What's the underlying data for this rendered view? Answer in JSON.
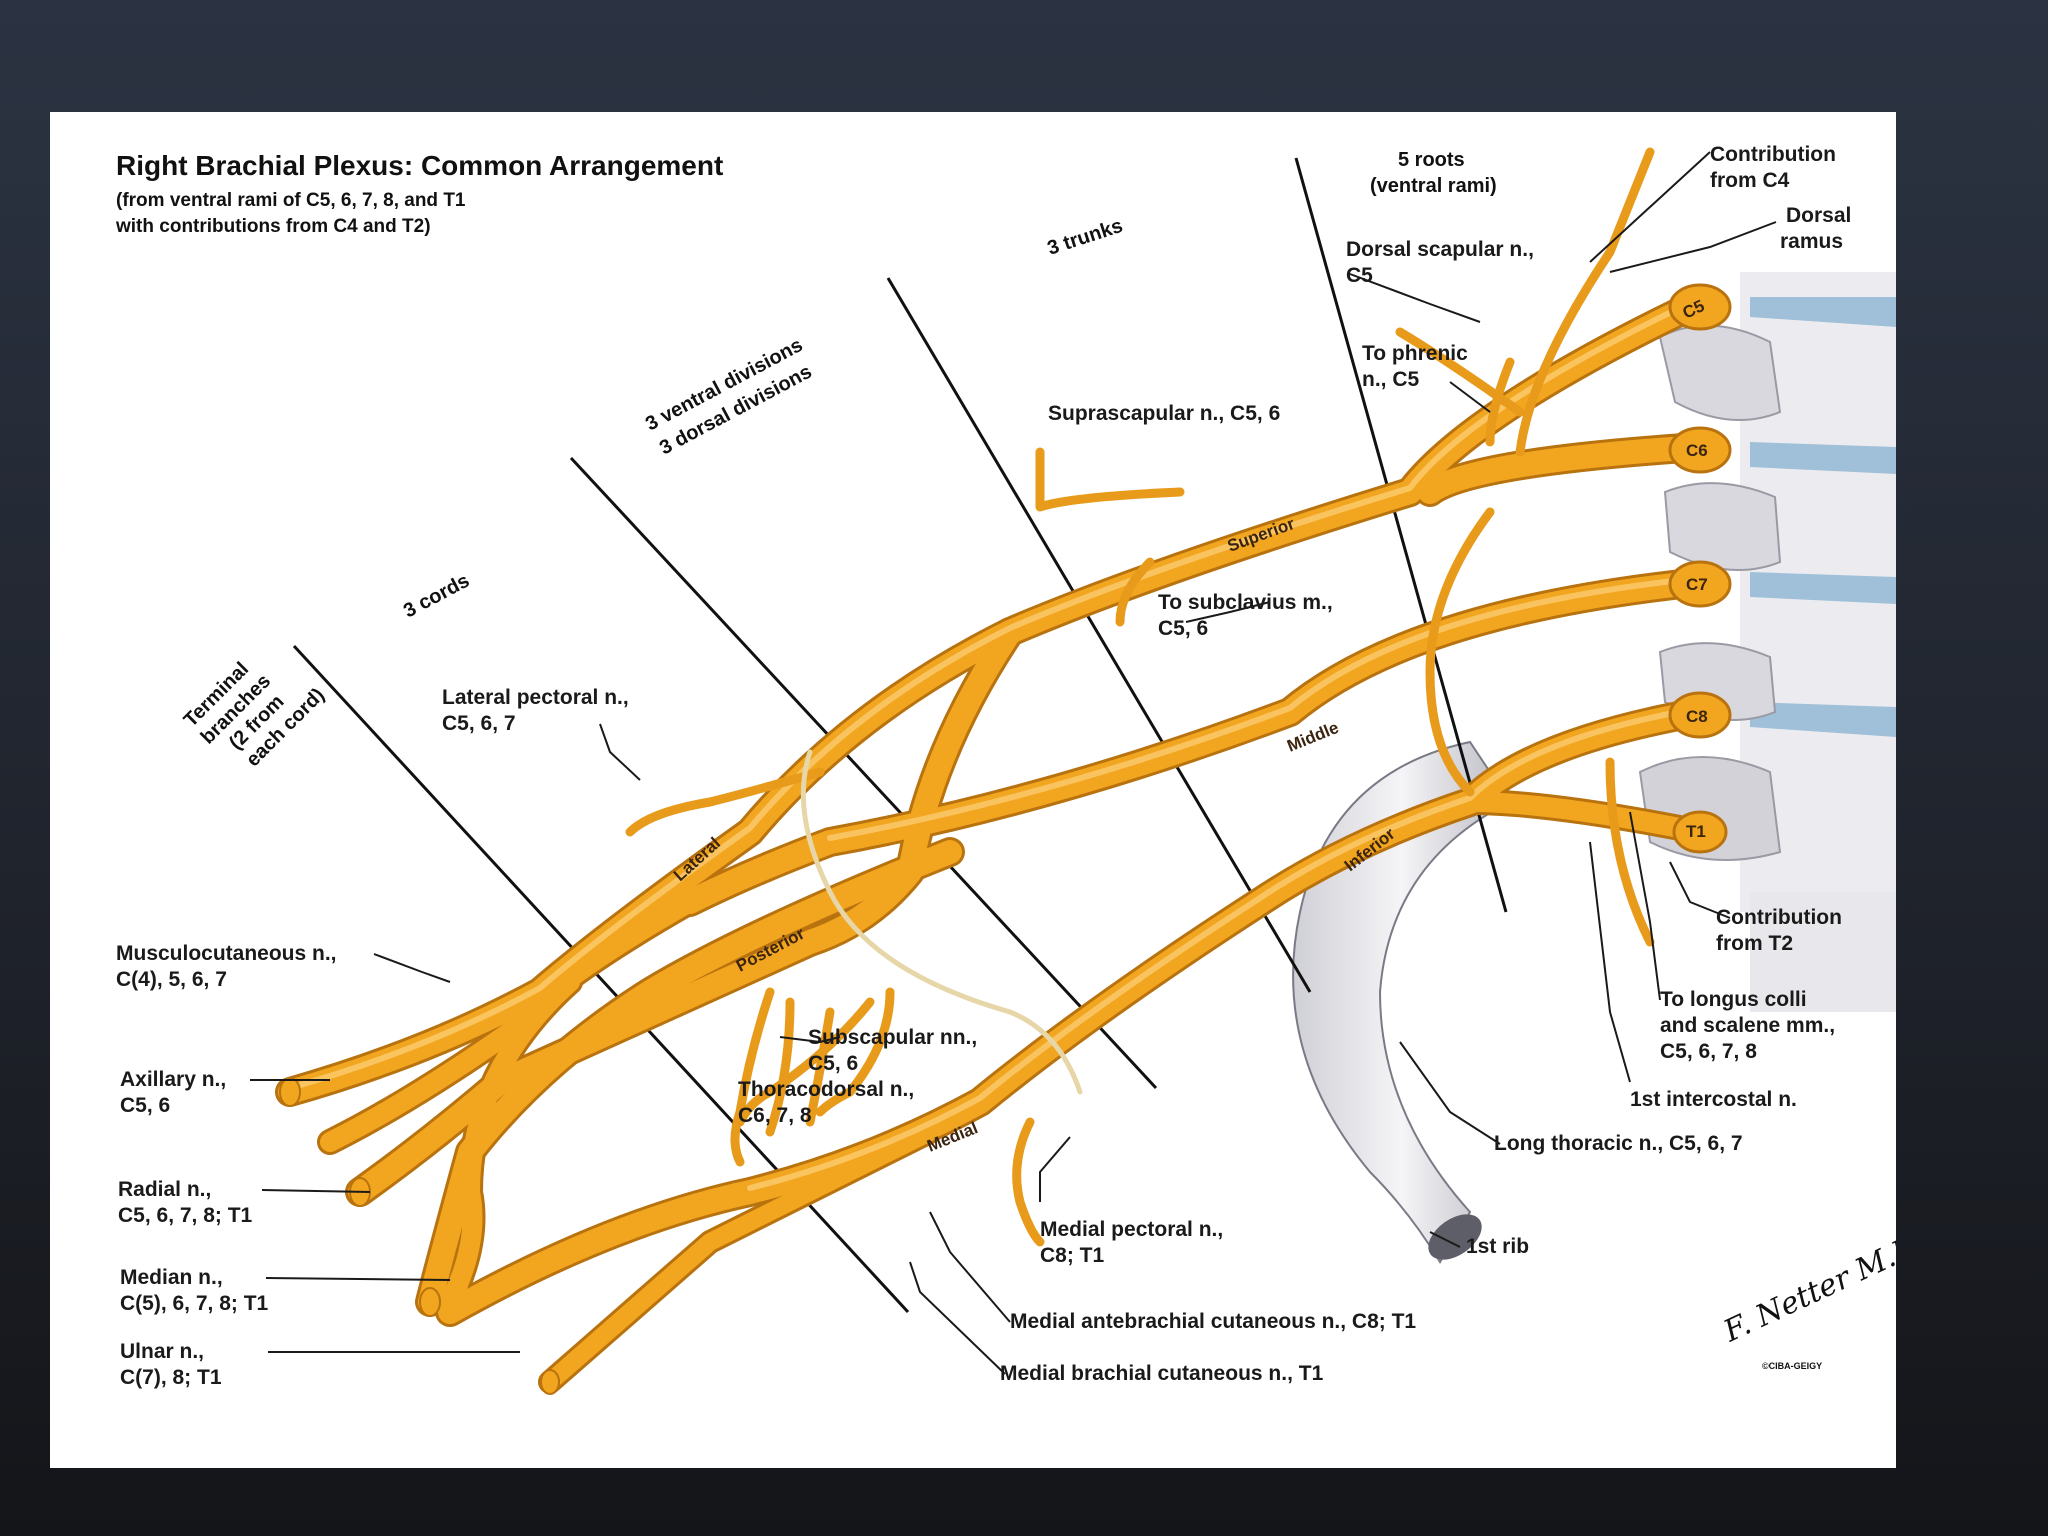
{
  "title": "Right Brachial Plexus: Common Arrangement",
  "subtitle_lines": [
    "(from ventral rami of C5, 6, 7, 8, and T1",
    "with contributions from C4 and T2)"
  ],
  "sections": {
    "roots": [
      "5 roots",
      "(ventral rami)"
    ],
    "trunks": "3 trunks",
    "divisions": [
      "3 ventral divisions",
      "3 dorsal divisions"
    ],
    "cords": "3 cords",
    "terminal": [
      "Terminal",
      "branches",
      "(2 from",
      "each cord)"
    ]
  },
  "nerve_labels": {
    "superior": "Superior",
    "middle": "Middle",
    "inferior": "Inferior",
    "lateral": "Lateral",
    "posterior": "Posterior",
    "medial": "Medial",
    "c5": "C5",
    "c6": "C6",
    "c7": "C7",
    "c8": "C8",
    "t1": "T1"
  },
  "labels": {
    "contribution_c4": [
      "Contribution",
      "from C4"
    ],
    "dorsal_ramus": [
      "Dorsal",
      "ramus"
    ],
    "dorsal_scapular": [
      "Dorsal scapular n.,",
      "C5"
    ],
    "to_phrenic": [
      "To phrenic",
      "n., C5"
    ],
    "suprascapular": "Suprascapular n., C5, 6",
    "to_subclavius": [
      "To subclavius m.,",
      "C5, 6"
    ],
    "lateral_pectoral": [
      "Lateral pectoral n.,",
      "C5, 6, 7"
    ],
    "musculocutaneous": [
      "Musculocutaneous n.,",
      "C(4), 5, 6, 7"
    ],
    "axillary": [
      "Axillary n.,",
      "C5, 6"
    ],
    "radial": [
      "Radial n.,",
      "C5, 6, 7, 8; T1"
    ],
    "median": [
      "Median n.,",
      "C(5), 6, 7, 8; T1"
    ],
    "ulnar": [
      "Ulnar n.,",
      "C(7), 8; T1"
    ],
    "subscapular": [
      "Subscapular nn.,",
      "C5, 6"
    ],
    "thoracodorsal": [
      "Thoracodorsal n.,",
      "C6, 7, 8"
    ],
    "medial_pectoral": [
      "Medial pectoral n.,",
      "C8; T1"
    ],
    "medial_antebrachial": "Medial antebrachial cutaneous n., C8; T1",
    "medial_brachial": "Medial brachial cutaneous n., T1",
    "first_rib": "1st rib",
    "long_thoracic": "Long thoracic n., C5, 6, 7",
    "first_intercostal": "1st intercostal n.",
    "longus_colli": [
      "To longus colli",
      "and scalene mm.,",
      "C5, 6, 7, 8"
    ],
    "contribution_t2": [
      "Contribution",
      "from T2"
    ]
  },
  "signature": "F. Netter M.D.",
  "signature_credit": "©CIBA-GEIGY",
  "colors": {
    "nerve": "#f2a51f",
    "nerve_shadow": "#b8720e",
    "nerve_highlight": "#ffd98a",
    "bone": "#e6e6ea",
    "disc": "#a9c6dc"
  }
}
